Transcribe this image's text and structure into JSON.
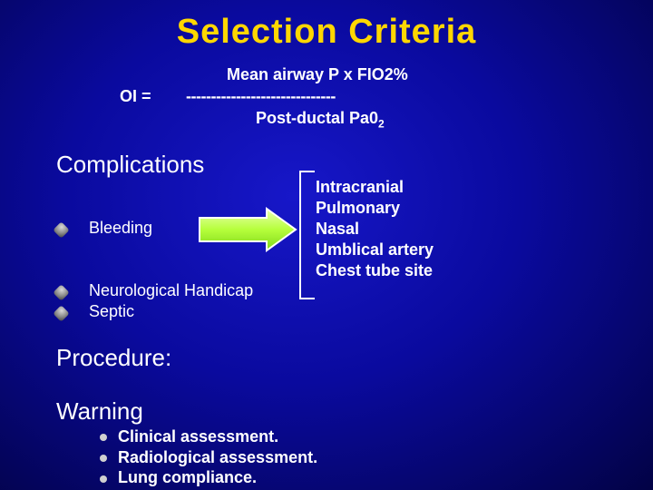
{
  "title": "Selection Criteria",
  "formula": {
    "lhs": "OI =",
    "numerator": "Mean airway P x FIO2%",
    "divider": "------------------------------",
    "denominator_text": "Post-ductal Pa0",
    "denominator_sub": "2"
  },
  "complications": {
    "heading": "Complications",
    "bullets": [
      "Bleeding",
      "Neurological Handicap",
      "Septic"
    ],
    "sites": [
      "Intracranial",
      "Pulmonary",
      "Nasal",
      "Umblical artery",
      "Chest tube site"
    ]
  },
  "procedure": {
    "heading": "Procedure:"
  },
  "warning": {
    "heading": "Warning",
    "items": [
      "Clinical assessment.",
      "Radiological assessment.",
      "Lung compliance."
    ]
  },
  "colors": {
    "title": "#ffd700",
    "background": "#0a0a9e",
    "arrow_fill": "#b6ff3c",
    "text": "#ffffff"
  }
}
